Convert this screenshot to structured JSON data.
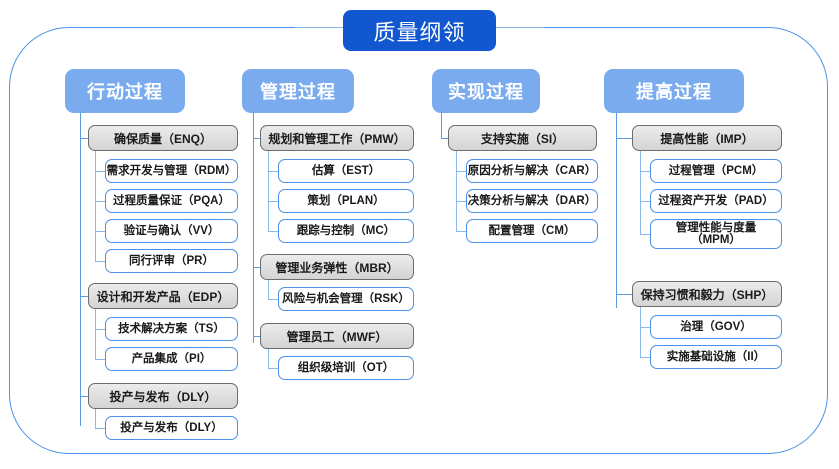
{
  "title": "质量纲领",
  "columns": [
    {
      "header": "行动过程",
      "groups": [
        {
          "label": "确保质量（ENQ）",
          "items": [
            "需求开发与管理（RDM）",
            "过程质量保证（PQA）",
            "验证与确认（VV）",
            "同行评审（PR）"
          ]
        },
        {
          "label": "设计和开发产品（EDP）",
          "items": [
            "技术解决方案（TS）",
            "产品集成（PI）"
          ]
        },
        {
          "label": "投产与发布（DLY）",
          "items": [
            "投产与发布（DLY）"
          ]
        }
      ]
    },
    {
      "header": "管理过程",
      "groups": [
        {
          "label": "规划和管理工作（PMW）",
          "items": [
            "估算（EST）",
            "策划（PLAN）",
            "跟踪与控制（MC）"
          ]
        },
        {
          "label": "管理业务弹性（MBR）",
          "items": [
            "风险与机会管理（RSK）"
          ]
        },
        {
          "label": "管理员工（MWF）",
          "items": [
            "组织级培训（OT）"
          ]
        }
      ]
    },
    {
      "header": "实现过程",
      "groups": [
        {
          "label": "支持实施（SI）",
          "items": [
            "原因分析与解决（CAR）",
            "决策分析与解决（DAR）",
            "配置管理（CM）"
          ]
        }
      ]
    },
    {
      "header": "提高过程",
      "groups": [
        {
          "label": "提高性能（IMP）",
          "items": [
            "过程管理（PCM）",
            "过程资产开发（PAD）",
            "管理性能与度量\n（MPM）"
          ]
        },
        {
          "label": "保持习惯和毅力（SHP）",
          "items": [
            "治理（GOV）",
            "实施基础设施（II）"
          ]
        }
      ]
    }
  ],
  "colors": {
    "title_bg": "#1157d0",
    "column_header_bg": "#7aabee",
    "group_border": "#6d6d6d",
    "leaf_border": "#4a90e8",
    "connector": "#8bb8ea",
    "frame_border": "#4a90e8"
  }
}
